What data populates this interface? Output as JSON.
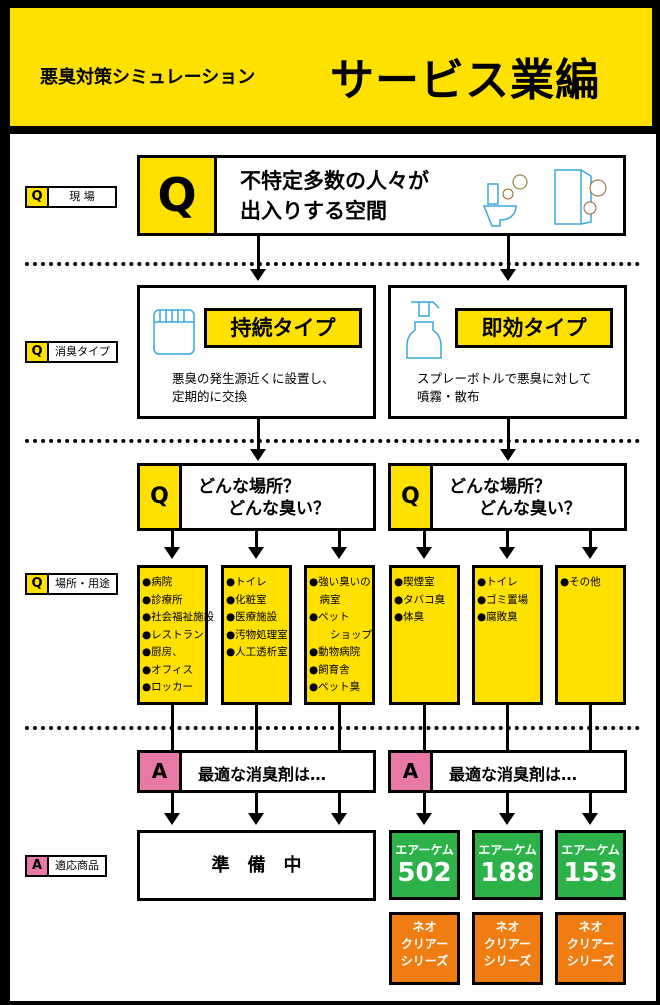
{
  "header": {
    "subtitle": "悪臭対策シミュレーション",
    "title": "サービス業編"
  },
  "side_labels": [
    {
      "key": "Q",
      "text": "現 場"
    },
    {
      "key": "Q",
      "text": "消臭タイプ"
    },
    {
      "key": "Q",
      "text": "場所・用途"
    },
    {
      "key": "A",
      "text": "適応商品"
    }
  ],
  "top_question": {
    "key": "Q",
    "line1": "不特定多数の人々が",
    "line2": "出入りする空間"
  },
  "types": [
    {
      "label": "持続タイプ",
      "desc1": "悪臭の発生源近くに設置し、",
      "desc2": "定期的に交換"
    },
    {
      "label": "即効タイプ",
      "desc1": "スプレーボトルで悪臭に対して",
      "desc2": "噴霧・散布"
    }
  ],
  "place_question": {
    "key": "Q",
    "line1": "どんな場所？",
    "line2": "どんな臭い？"
  },
  "places": [
    [
      "●病院",
      "●診療所",
      "●社会福祉施設",
      "●レストラン",
      "●厨房、",
      "●オフィス",
      "●ロッカー"
    ],
    [
      "●トイレ",
      "●化粧室",
      "●医療施設",
      "●汚物処理室",
      "●人工透析室"
    ],
    [
      "●強い臭いの",
      "　病室",
      "●ペット",
      "　　ショップ",
      "●動物病院",
      "●飼育舎",
      "●ペット臭"
    ],
    [
      "●喫煙室",
      "●タバコ臭",
      "●体臭"
    ],
    [
      "●トイレ",
      "●ゴミ置場",
      "●腐敗臭"
    ],
    [
      "●その他"
    ]
  ],
  "answer": {
    "key": "A",
    "text": "最適な消臭剤は…"
  },
  "preparing": "準　備　中",
  "products": [
    {
      "series": "エアーケム",
      "number": "502"
    },
    {
      "series": "エアーケム",
      "number": "188"
    },
    {
      "series": "エアーケム",
      "number": "153"
    }
  ],
  "neo": [
    "ネオ",
    "クリアー",
    "シリーズ"
  ],
  "colors": {
    "yellow": "#ffe100",
    "pink": "#e879a6",
    "green": "#2db24a",
    "orange": "#f07d12"
  }
}
